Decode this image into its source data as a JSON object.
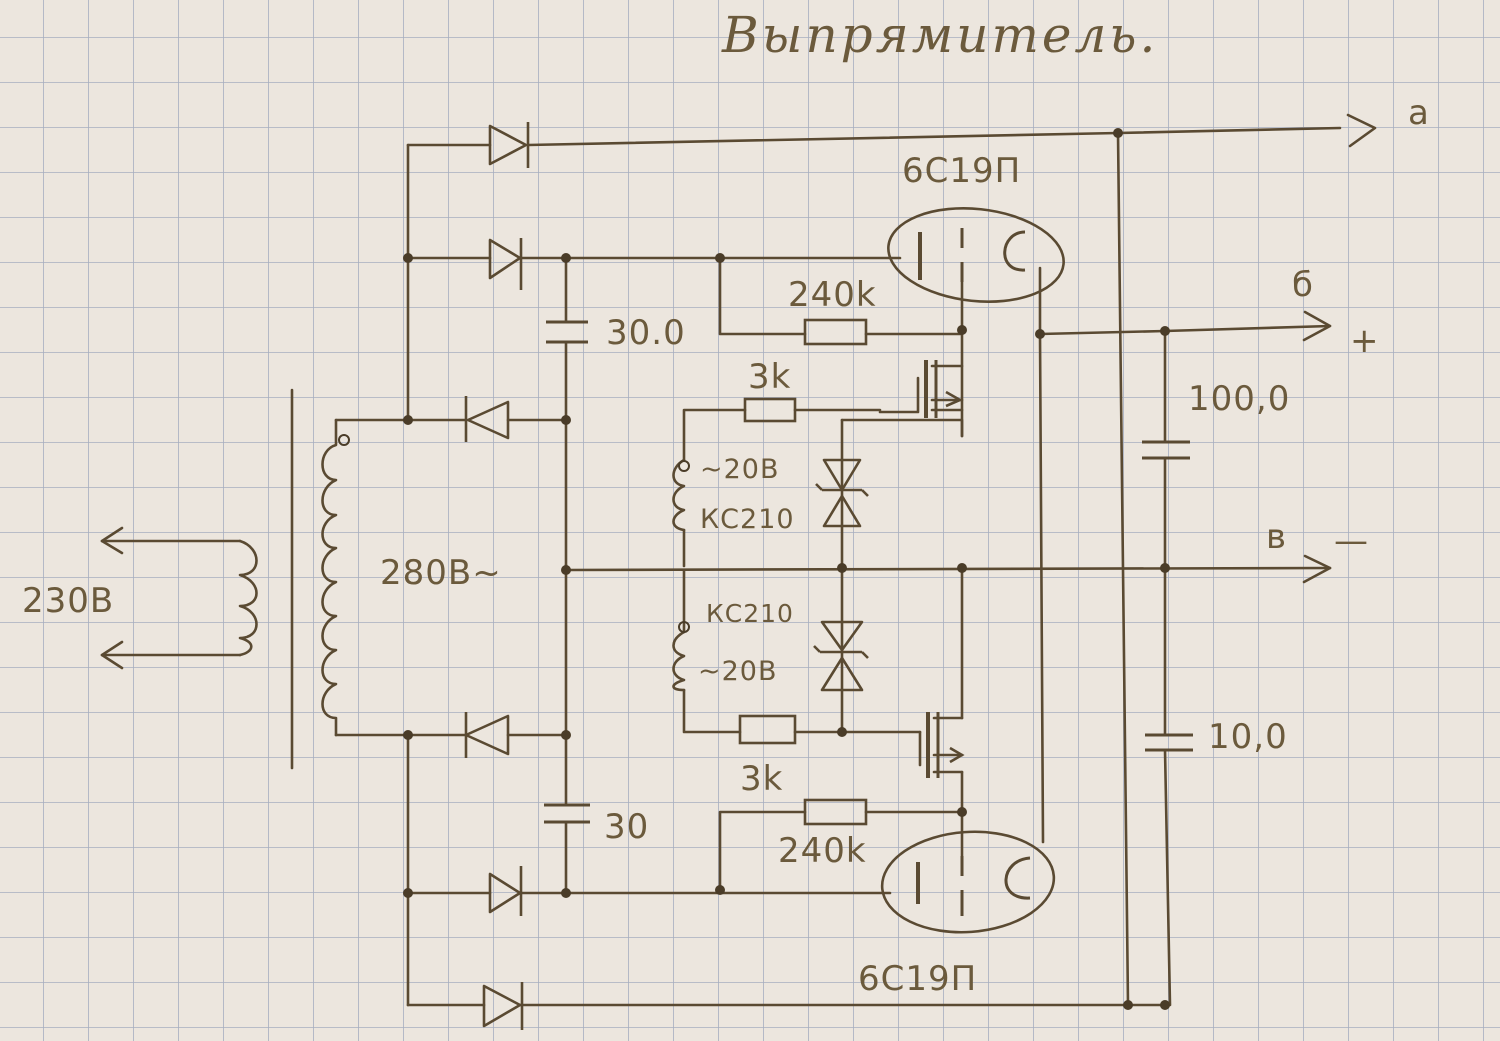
{
  "title": "Выпрямитель.",
  "tubes": [
    {
      "label": "6С19П"
    },
    {
      "label": "6С19П"
    }
  ],
  "outputs": {
    "a": "a",
    "b": "б",
    "v": "в",
    "plus": "+",
    "minus": "—"
  },
  "transformer": {
    "primary_voltage": "230В",
    "secondary_voltage": "280В~"
  },
  "capacitors": {
    "c_top": "30.0",
    "c_bottom": "30",
    "c_out_top": "100,0",
    "c_out_bottom": "10,0"
  },
  "resistors": {
    "r_top_240": "240k",
    "r_top_3": "3k",
    "r_bot_3": "3k",
    "r_bot_240": "240k"
  },
  "aux_windings": {
    "top": "~20В",
    "bottom": "~20В"
  },
  "zeners": {
    "top": "КС210",
    "bottom": "КС210"
  },
  "colors": {
    "paper": "#ece6de",
    "grid": "#a7aebf",
    "ink": "#5a4a32",
    "ink_text": "#6b5a3c"
  }
}
